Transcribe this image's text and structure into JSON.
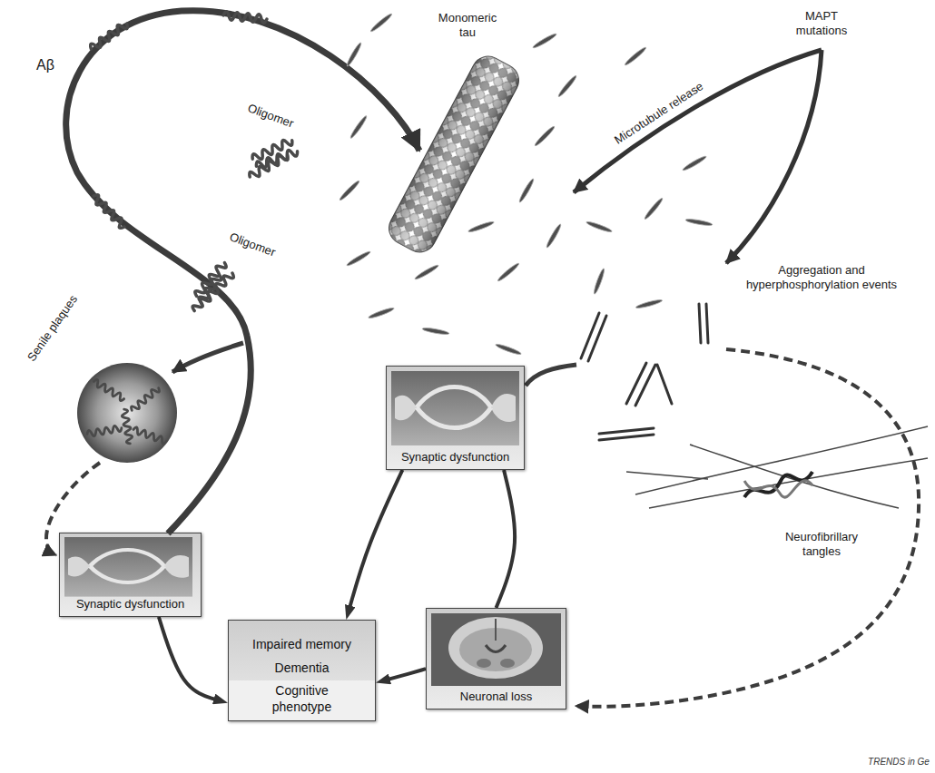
{
  "diagram": {
    "nodes": [
      {
        "text": [
          "Synaptic dysfunction"
        ]
      },
      {
        "text": [
          "Synaptic dysfunction"
        ]
      },
      {
        "text": [
          "Impaired memory",
          "Dementia",
          "Cognitive phenotype"
        ]
      },
      {
        "text": [
          "Neuronal loss"
        ]
      }
    ],
    "edges": [
      {
        "from": 0,
        "to": 2,
        "arrow": "to"
      },
      {
        "from": 1,
        "to": 2,
        "arrow": "to"
      },
      {
        "from": 0,
        "to": 3,
        "arrow": "none"
      },
      {
        "from": 3,
        "to": 2,
        "arrow": "to"
      }
    ],
    "labels": [
      "Aβ",
      "Oligomer",
      "Oligomer",
      "Senile plaques",
      "Monomeric tau",
      "MAPT mutations",
      "Microtubule release",
      "Aggregation and hyperphosphorylation events",
      "Neurofibrillary tangles",
      "TRENDS in Ge"
    ]
  }
}
